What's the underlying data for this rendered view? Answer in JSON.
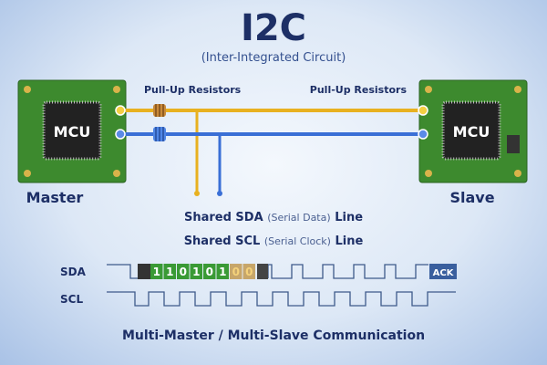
{
  "title": "I2C",
  "subtitle": "(Inter-Integrated Circuit)",
  "left_device": {
    "chip": "MCU",
    "label": "Master"
  },
  "right_device": {
    "chip": "MCU",
    "label": "Slave"
  },
  "pullup_left": "Pull-Up Resistors",
  "pullup_right": "Pull-Up Resistors",
  "sda_line": {
    "prefix": "Shared SDA",
    "paren": "(Serial Data)",
    "suffix": "Line"
  },
  "scl_line": {
    "prefix": "Shared SCL",
    "paren": "(Serial Clock)",
    "suffix": "Line"
  },
  "waveform": {
    "sda_label": "SDA",
    "scl_label": "SCL",
    "bits": [
      "1",
      "1",
      "0",
      "1",
      "0",
      "1",
      "0",
      "0"
    ],
    "ack": "ACK"
  },
  "footer": "Multi-Master / Multi-Slave Communication",
  "colors": {
    "sda": "#e8b120",
    "scl": "#3a6fd6",
    "board": "#3d8a2e",
    "navy": "#1d2f66",
    "bit_green": "#3a9a35"
  }
}
